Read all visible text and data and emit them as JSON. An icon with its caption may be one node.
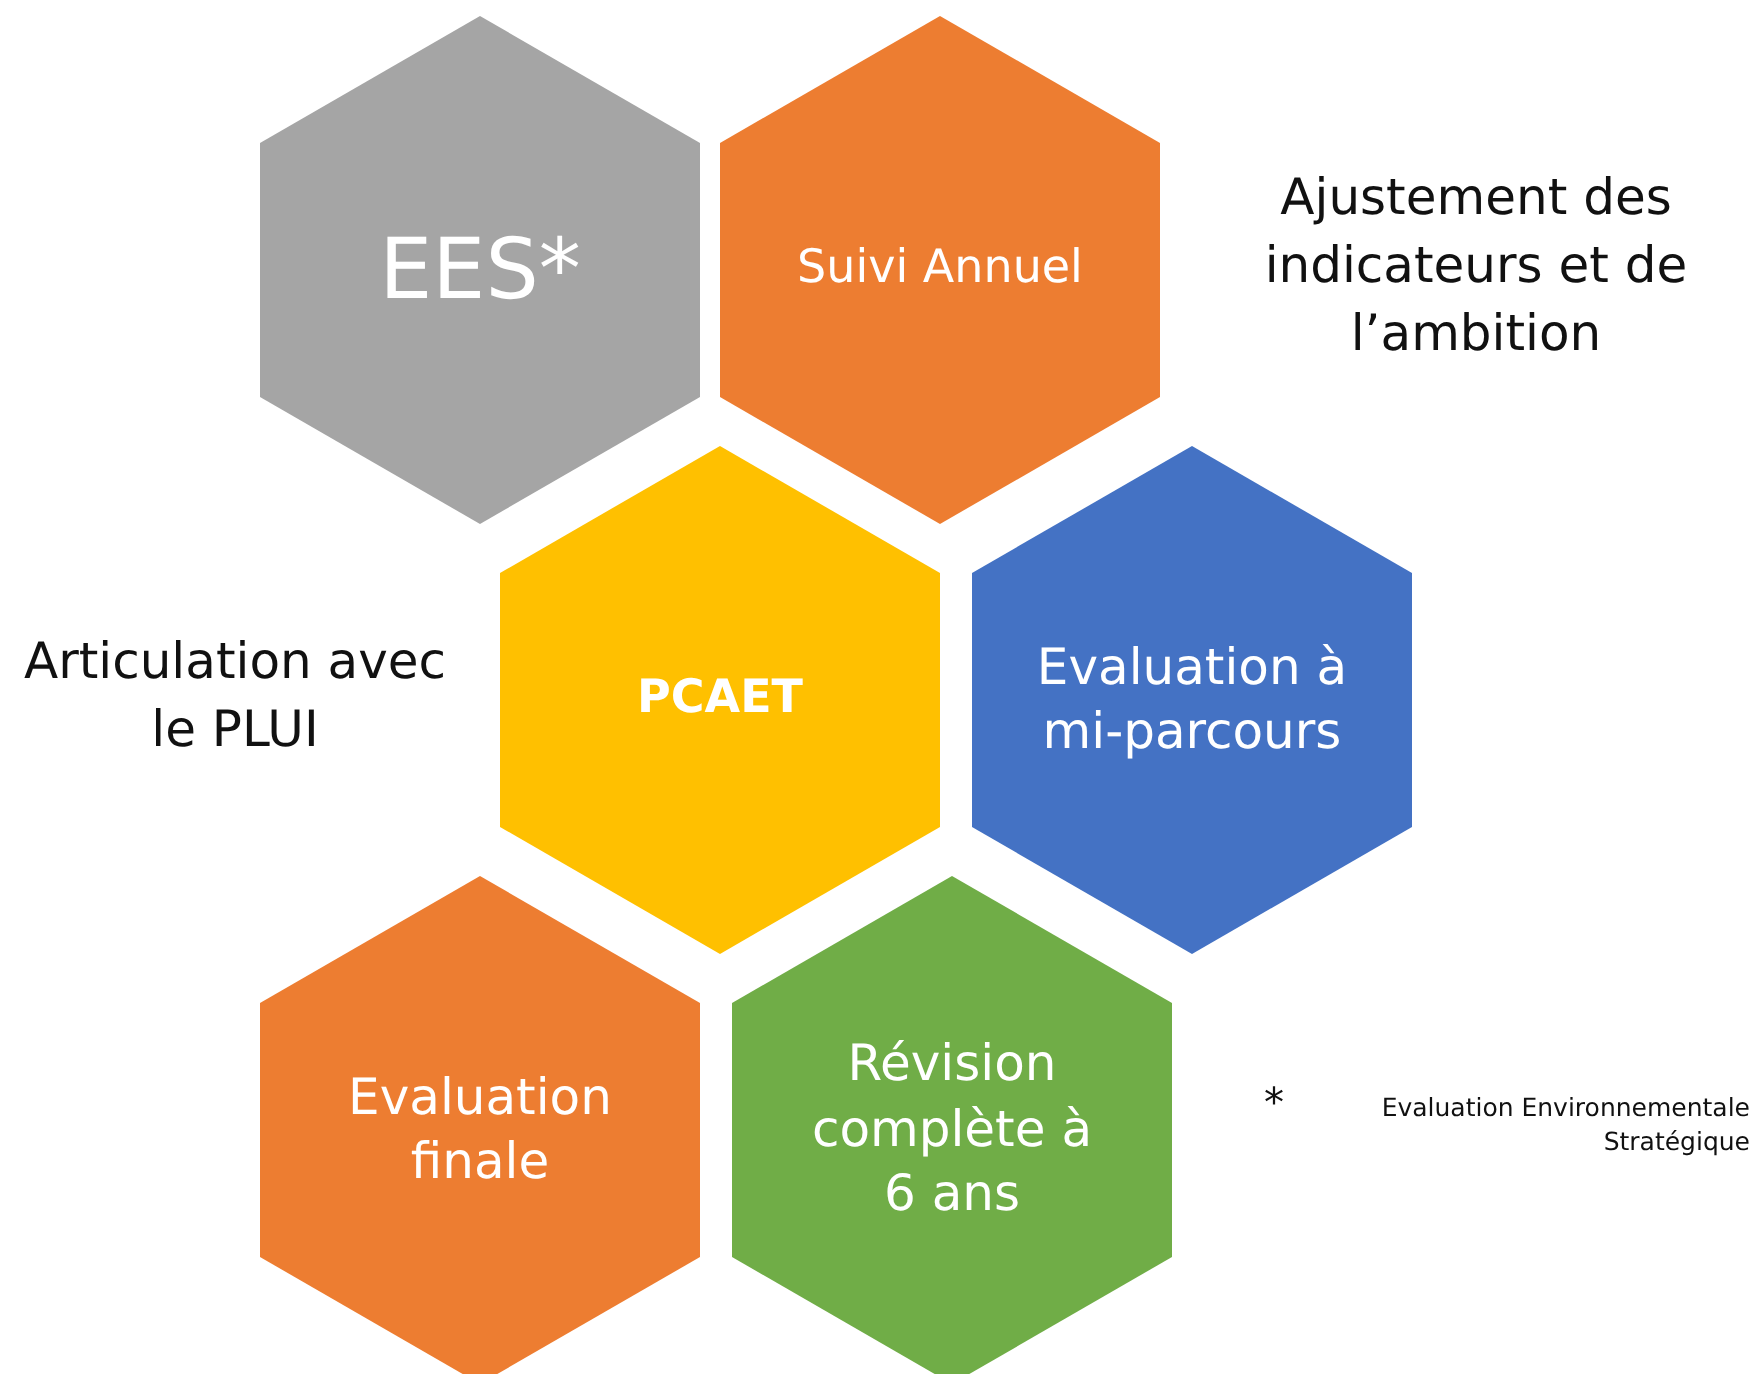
{
  "diagram": {
    "nodes": [
      {
        "text": [
          "EES*"
        ]
      },
      {
        "text": [
          "Suivi Annuel"
        ]
      },
      {
        "text": [
          "PCAET"
        ]
      },
      {
        "text": [
          "Evaluation à mi-parcours"
        ]
      },
      {
        "text": [
          "Evaluation finale"
        ]
      },
      {
        "text": [
          "Révision complète à 6 ans"
        ]
      }
    ],
    "labels": [
      "Ajustement des indicateurs et de l’ambition",
      "Articulation avec le PLUI",
      "*",
      "Evaluation Environnementale Stratégique"
    ]
  }
}
